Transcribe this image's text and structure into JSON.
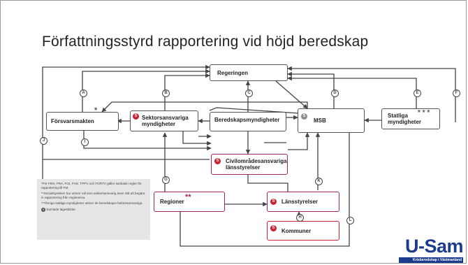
{
  "slide": {
    "title": "Författningsstyrd rapportering vid höjd beredskap"
  },
  "nodes": {
    "regeringen": "Regeringen",
    "forsvarsmakten": "Försvarsmakten",
    "sektor": [
      "Sektorsansvariga",
      "myndigheter"
    ],
    "beredskap": "Beredskapsmyndigheter",
    "msb": "MSB",
    "statliga": [
      "Statliga",
      "myndigheter"
    ],
    "civil": [
      "Civilområdesansvariga",
      "länsstyrelser"
    ],
    "regioner": "Regioner",
    "lansstyrelser": "Länsstyrelser",
    "kommuner": "Kommuner"
  },
  "marks": {
    "star1": "*",
    "star2": "**",
    "star3": "* * *",
    "samlad": "S"
  },
  "edge_labels": [
    "A",
    "B",
    "C",
    "D",
    "E",
    "F",
    "G",
    "H",
    "I",
    "J",
    "K",
    "L"
  ],
  "notes": [
    "*För FMV, FRA, FOI, FHS, TPPV och FORTV gäller samlade regler för rapportering till FM.",
    "**Socialstyrelsen har utöver roll som sektorsansvarig även rätt att begära in rapportering från regionerna.",
    "***Övriga statliga myndigheter utöver de beredskaps-/sektorsansvariga."
  ],
  "legend": {
    "label": "Samlade lägesbilder"
  },
  "logo": {
    "main": "U-Sam",
    "sub": "Krisberedskap i Västmanland"
  },
  "colors": {
    "accent": "#a0246a",
    "samlad": "#c8202f",
    "brand": "#1b3c8c",
    "arrows": "#444444"
  }
}
